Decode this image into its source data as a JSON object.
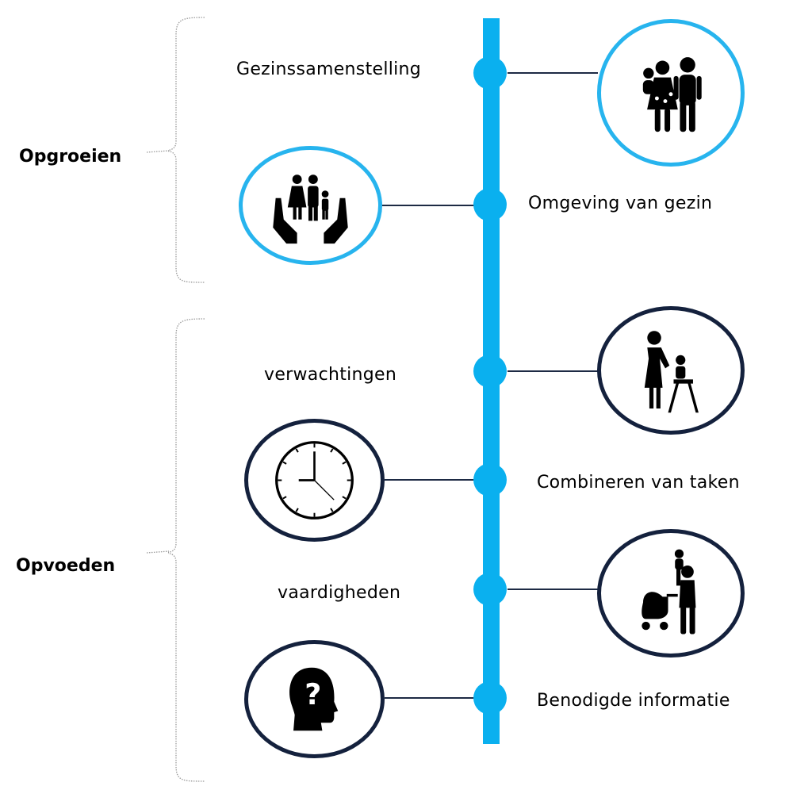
{
  "groups": {
    "upbringing": "Opgroeien",
    "parenting": "Opvoeden"
  },
  "topics": {
    "family_composition": "Gezinssamenstelling",
    "family_environment": "Omgeving van gezin",
    "expectations": "verwachtingen",
    "combining_tasks": "Combineren van taken",
    "skills": "vaardigheden",
    "required_information": "Benodigde informatie"
  },
  "icons": {
    "family_composition": "family-icon",
    "family_environment": "family-in-hands-icon",
    "expectations": "parent-feeding-child-icon",
    "combining_tasks": "clock-icon",
    "skills": "parent-with-stroller-icon",
    "required_information": "question-head-icon"
  },
  "colors": {
    "spine": "#0ab0ef",
    "circle_upbringing": "#27b4ee",
    "circle_parenting": "#14213d",
    "connector": "#1d2a44"
  }
}
